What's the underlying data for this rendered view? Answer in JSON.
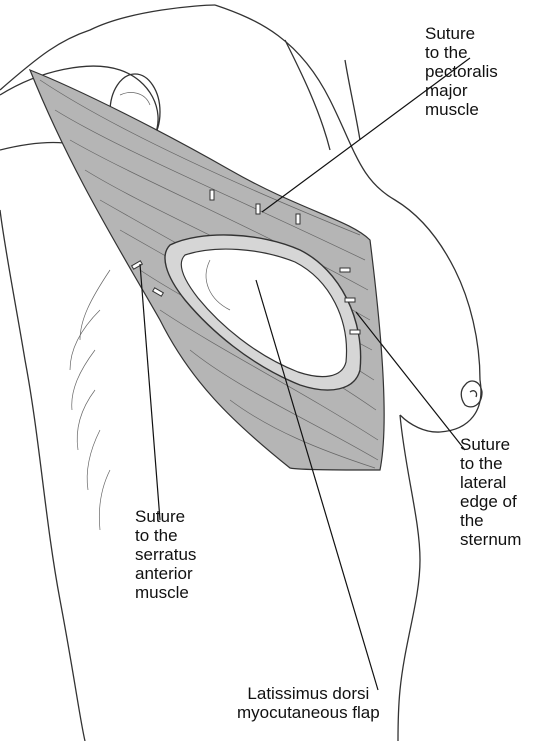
{
  "labels": {
    "pectoralis": "Suture\nto the\npectoralis\nmajor\nmuscle",
    "sternum": "Suture\nto the\nlateral\nedge of\nthe\nsternum",
    "serratus": "Suture\nto the\nserratus\nanterior\nmuscle",
    "flap": "Latissimus dorsi\nmyocutaneous flap"
  }
}
